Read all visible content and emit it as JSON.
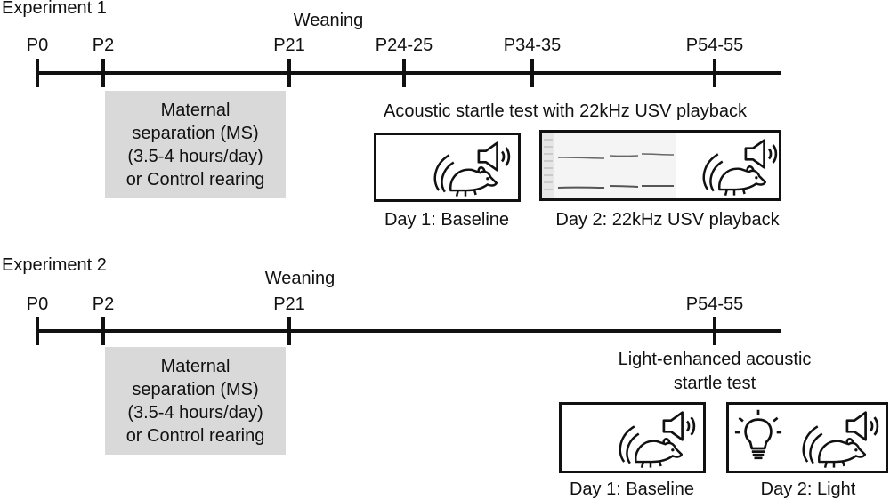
{
  "experiment1": {
    "title": "Experiment 1",
    "weaning": "Weaning",
    "ticks": [
      "P0",
      "P2",
      "P21",
      "P24-25",
      "P34-35",
      "P54-55"
    ],
    "ms_box": [
      "Maternal",
      "separation (MS)",
      "(3.5-4 hours/day)",
      "or Control rearing"
    ],
    "test_title": "Acoustic startle test with 22kHz USV playback",
    "day1": "Day 1: Baseline",
    "day2": "Day 2: 22kHz USV playback"
  },
  "experiment2": {
    "title": "Experiment 2",
    "weaning": "Weaning",
    "ticks": [
      "P0",
      "P2",
      "P21",
      "P54-55"
    ],
    "ms_box": [
      "Maternal",
      "separation (MS)",
      "(3.5-4 hours/day)",
      "or Control rearing"
    ],
    "test_title_line1": "Light-enhanced acoustic",
    "test_title_line2": "startle test",
    "day1": "Day 1: Baseline",
    "day2": "Day 2: Light"
  },
  "icons": [
    "rat-icon",
    "speaker-icon",
    "sound-wave-icon",
    "light-bulb-icon",
    "spectrogram-image"
  ]
}
